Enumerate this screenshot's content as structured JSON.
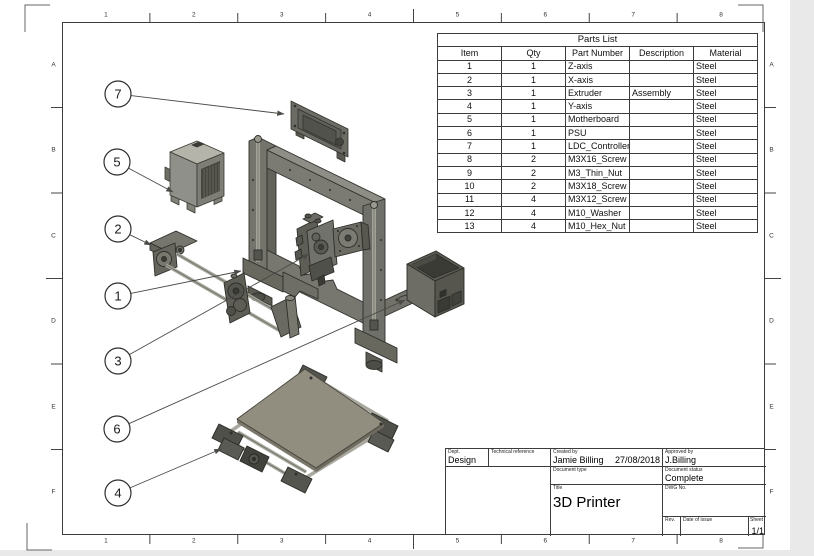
{
  "drawing": {
    "grid_columns": [
      "1",
      "2",
      "3",
      "4",
      "5",
      "6",
      "7",
      "8"
    ],
    "grid_rows": [
      "A",
      "B",
      "C",
      "D",
      "E",
      "F"
    ],
    "balloon_numbers": [
      "7",
      "5",
      "2",
      "1",
      "3",
      "6",
      "4"
    ]
  },
  "parts_list": {
    "title": "Parts List",
    "columns": [
      "Item",
      "Qty",
      "Part Number",
      "Description",
      "Material"
    ],
    "rows": [
      [
        "1",
        "1",
        "Z-axis",
        "",
        "Steel"
      ],
      [
        "2",
        "1",
        "X-axis",
        "",
        "Steel"
      ],
      [
        "3",
        "1",
        "Extruder",
        "Assembly",
        "Steel"
      ],
      [
        "4",
        "1",
        "Y-axis",
        "",
        "Steel"
      ],
      [
        "5",
        "1",
        "Motherboard",
        "",
        "Steel"
      ],
      [
        "6",
        "1",
        "PSU",
        "",
        "Steel"
      ],
      [
        "7",
        "1",
        "LDC_Controller",
        "",
        "Steel"
      ],
      [
        "8",
        "2",
        "M3X16_Screw",
        "",
        "Steel"
      ],
      [
        "9",
        "2",
        "M3_Thin_Nut",
        "",
        "Steel"
      ],
      [
        "10",
        "2",
        "M3X18_Screw",
        "",
        "Steel"
      ],
      [
        "11",
        "4",
        "M3X12_Screw",
        "",
        "Steel"
      ],
      [
        "12",
        "4",
        "M10_Washer",
        "",
        "Steel"
      ],
      [
        "13",
        "4",
        "M10_Hex_Nut",
        "",
        "Steel"
      ]
    ]
  },
  "title_block": {
    "dept": {
      "label": "Dept.",
      "value": "Design"
    },
    "technical_reference": {
      "label": "Technical reference",
      "value": ""
    },
    "created_by": {
      "label": "Created by",
      "value": "Jamie Billing",
      "date": "27/08/2018"
    },
    "approved_by": {
      "label": "Approved by",
      "value": "J.Billing"
    },
    "document_type": {
      "label": "Document type",
      "value": ""
    },
    "document_status": {
      "label": "Document status",
      "value": "Complete"
    },
    "title": {
      "label": "Title",
      "value": "3D Printer"
    },
    "dwg_no": {
      "label": "DWG No.",
      "value": ""
    },
    "rev": {
      "label": "Rev.",
      "value": ""
    },
    "date_of_issue": {
      "label": "Date of issue",
      "value": ""
    },
    "sheet": {
      "label": "Sheet",
      "value": "1/1"
    }
  },
  "colors": {
    "line": "#3c3c3c",
    "part_fill": "#74746c",
    "plate_fill": "#918d7f",
    "canvas_background": "#e9e9e9"
  }
}
